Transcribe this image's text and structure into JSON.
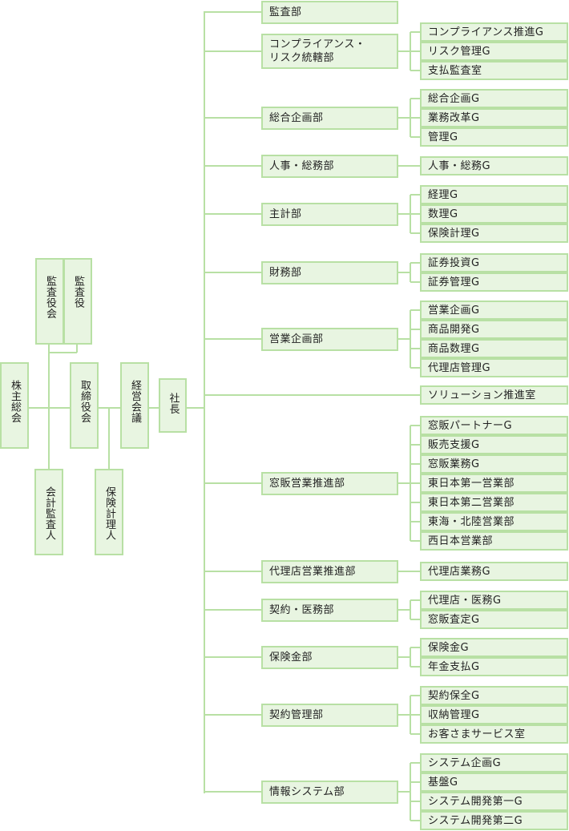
{
  "colors": {
    "box_fill": "#e8f5e1",
    "box_border": "#b8e0a4",
    "line": "#b8e0a4",
    "text": "#222222"
  },
  "left": {
    "shareholders": "株主総会",
    "auditors_board": "監査役会",
    "auditor": "監査役",
    "board": "取締役会",
    "accounting_auditor": "会計監査人",
    "actuary": "保険計理人",
    "management_meeting": "経営会議",
    "president": "社長"
  },
  "departments": [
    {
      "name": "監査部",
      "groups": []
    },
    {
      "name": "コンプライアンス・\nリスク統轄部",
      "groups": [
        "コンプライアンス推進G",
        "リスク管理G",
        "支払監査室"
      ]
    },
    {
      "name": "総合企画部",
      "groups": [
        "総合企画G",
        "業務改革G",
        "管理G"
      ]
    },
    {
      "name": "人事・総務部",
      "groups": [
        "人事・総務G"
      ]
    },
    {
      "name": "主計部",
      "groups": [
        "経理G",
        "数理G",
        "保険計理G"
      ]
    },
    {
      "name": "財務部",
      "groups": [
        "証券投資G",
        "証券管理G"
      ]
    },
    {
      "name": "営業企画部",
      "groups": [
        "営業企画G",
        "商品開発G",
        "商品数理G",
        "代理店管理G"
      ]
    },
    {
      "name": "",
      "groups": [
        "ソリューション推進室"
      ]
    },
    {
      "name": "窓販営業推進部",
      "groups": [
        "窓販パートナーG",
        "販売支援G",
        "窓販業務G",
        "東日本第一営業部",
        "東日本第二営業部",
        "東海・北陸営業部",
        "西日本営業部"
      ]
    },
    {
      "name": "代理店営業推進部",
      "groups": [
        "代理店業務G"
      ]
    },
    {
      "name": "契約・医務部",
      "groups": [
        "代理店・医務G",
        "窓販査定G"
      ]
    },
    {
      "name": "保険金部",
      "groups": [
        "保険金G",
        "年金支払G"
      ]
    },
    {
      "name": "契約管理部",
      "groups": [
        "契約保全G",
        "収納管理G",
        "お客さまサービス室"
      ]
    },
    {
      "name": "情報システム部",
      "groups": [
        "システム企画G",
        "基盤G",
        "システム開発第一G",
        "システム開発第二G"
      ]
    }
  ]
}
